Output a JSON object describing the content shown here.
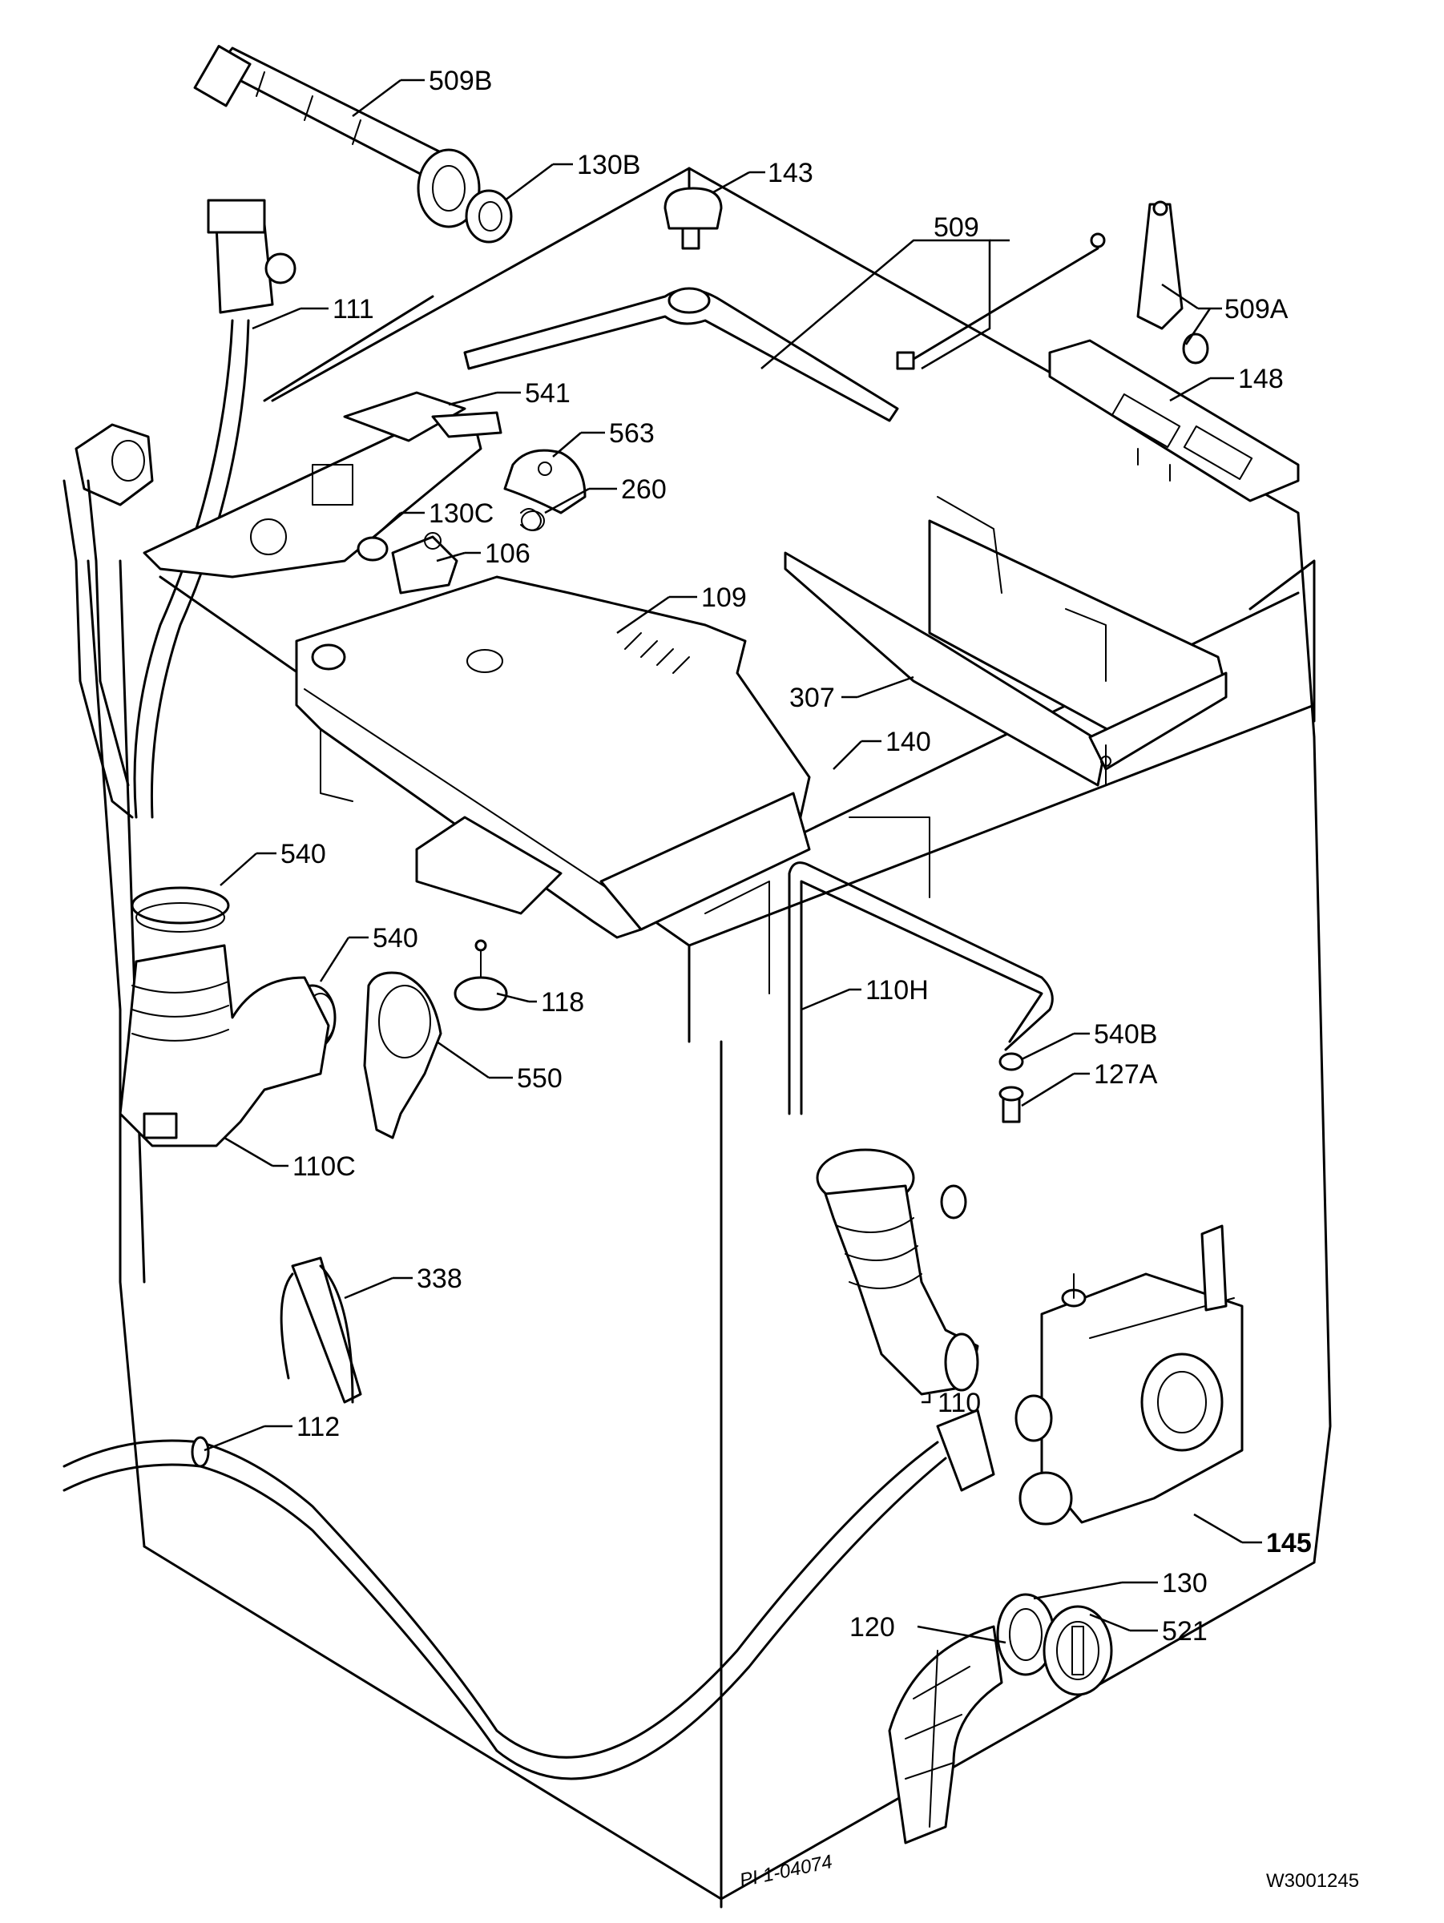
{
  "labels": {
    "l509b": "509B",
    "l130b": "130B",
    "l143": "143",
    "l509": "509",
    "l509a": "509A",
    "l111": "111",
    "l148": "148",
    "l541": "541",
    "l563": "563",
    "l260": "260",
    "l130c": "130C",
    "l106": "106",
    "l109": "109",
    "l307": "307",
    "l140": "140",
    "l540a": "540",
    "l540b": "540",
    "l118": "118",
    "l110h": "110H",
    "l540B": "540B",
    "l127a": "127A",
    "l550": "550",
    "l110c": "110C",
    "l338": "338",
    "l110": "110",
    "l112": "112",
    "l145": "145",
    "l130": "130",
    "l120": "120",
    "l521": "521"
  },
  "drawing_code": "W3001245",
  "handwritten_note": "PI 1-04074"
}
